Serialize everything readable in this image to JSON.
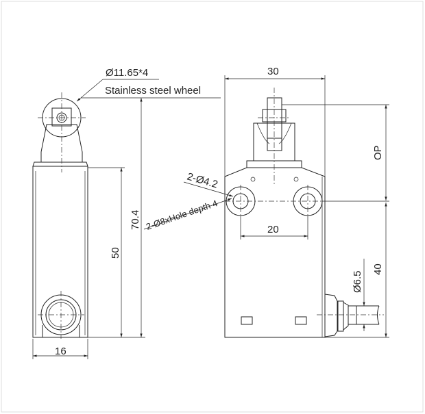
{
  "labels": {
    "wheel_diameter": "Ø11.65*4",
    "wheel_material": "Stainless steel wheel",
    "width_left": "16",
    "height_body": "50",
    "height_total": "70.4",
    "mount_hole_note": "2-Ø8xHole depth 4",
    "hole_diameter": "2-Ø4.2",
    "width_front": "30",
    "hole_spacing": "20",
    "operating_position": "OP",
    "hole_to_bottom": "40",
    "cable_diameter": "Ø6.5"
  }
}
